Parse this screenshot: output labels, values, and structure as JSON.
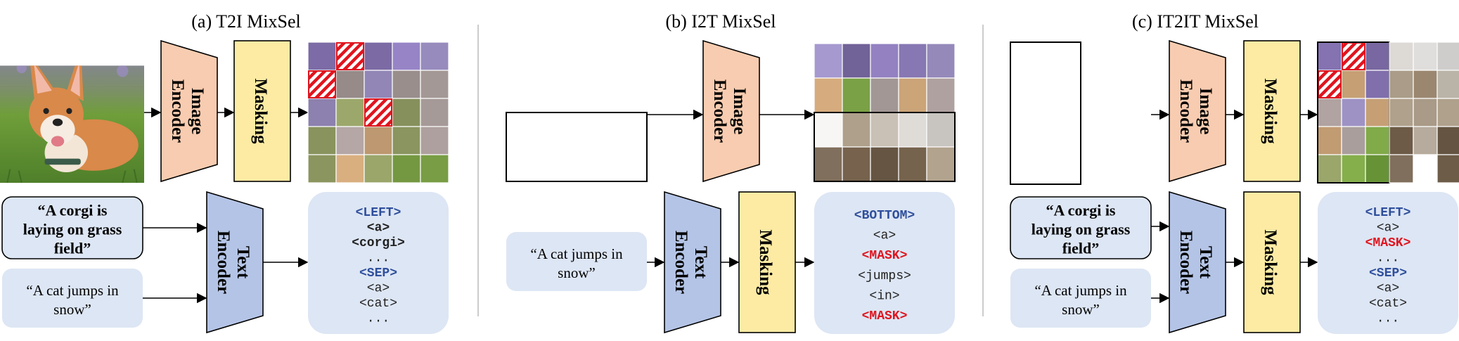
{
  "panels": [
    {
      "title": "(a) T2I MixSel",
      "encoders": {
        "image": "Image\nEncoder",
        "text": "Text\nEncoder",
        "masking": "Masking"
      },
      "captions": [
        {
          "text": "“A corgi is\nlaying on grass\nfield”",
          "bold": true
        },
        {
          "text": "“A cat jumps in\nsnow”",
          "bold": false
        }
      ],
      "tokens": [
        {
          "text": "<LEFT>",
          "style": "blue"
        },
        {
          "text": "<a>",
          "style": "bold"
        },
        {
          "text": "<corgi>",
          "style": "bold"
        },
        {
          "text": "...",
          "style": "plain"
        },
        {
          "text": "<SEP>",
          "style": "blue"
        },
        {
          "text": "<a>",
          "style": "plain"
        },
        {
          "text": "<cat>",
          "style": "plain"
        },
        {
          "text": "...",
          "style": "plain"
        }
      ]
    },
    {
      "title": "(b) I2T MixSel",
      "encoders": {
        "image": "Image\nEncoder",
        "text": "Text\nEncoder",
        "masking": "Masking"
      },
      "captions": [
        {
          "text": "“A cat jumps in\nsnow”",
          "bold": false
        }
      ],
      "tokens": [
        {
          "text": "<BOTTOM>",
          "style": "blue"
        },
        {
          "text": "<a>",
          "style": "plain"
        },
        {
          "text": "<MASK>",
          "style": "red"
        },
        {
          "text": "<jumps>",
          "style": "plain"
        },
        {
          "text": "<in>",
          "style": "plain"
        },
        {
          "text": "<MASK>",
          "style": "red"
        }
      ]
    },
    {
      "title": "(c) IT2IT MixSel",
      "encoders": {
        "image": "Image\nEncoder",
        "text": "Text\nEncoder",
        "masking1": "Masking",
        "masking2": "Masking"
      },
      "captions": [
        {
          "text": "“A corgi is\nlaying on grass\nfield”",
          "bold": true
        },
        {
          "text": "“A cat jumps in\nsnow”",
          "bold": false
        }
      ],
      "tokens": [
        {
          "text": "<LEFT>",
          "style": "blue"
        },
        {
          "text": "<a>",
          "style": "plain"
        },
        {
          "text": "<MASK>",
          "style": "red"
        },
        {
          "text": "...",
          "style": "plain"
        },
        {
          "text": "<SEP>",
          "style": "blue"
        },
        {
          "text": "<a>",
          "style": "plain"
        },
        {
          "text": "<cat>",
          "style": "plain"
        },
        {
          "text": "...",
          "style": "plain"
        }
      ]
    }
  ],
  "colors": {
    "image_encoder": "#f8ccb0",
    "text_encoder": "#b4c4e6",
    "masking": "#fdeba4",
    "caption_bg": "#dde6f4",
    "token_bg": "#dde6f4",
    "token_blue": "#2f4f9c",
    "token_red": "#e0141e",
    "mask_red": "#e0141e",
    "grass": "#6f9e3a",
    "lavender": "#8c7bb8",
    "snow": "#eceae8",
    "corgi_fur": "#d9894a",
    "cat_fur": "#7d6a55"
  },
  "icons": [
    "corgi-photo",
    "cat-photo",
    "patch-grid",
    "mask-patch"
  ]
}
